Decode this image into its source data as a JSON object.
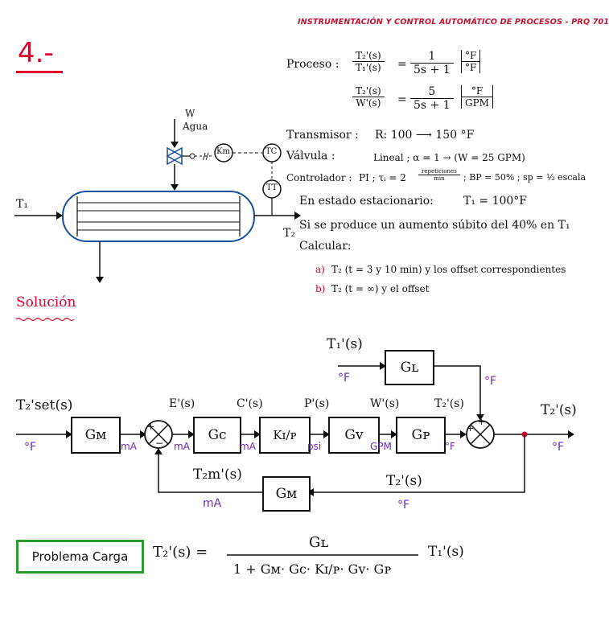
{
  "header": "INSTRUMENTACIÓN Y CONTROL AUTOMÁTICO DE PROCESOS - PRQ 701",
  "problem_number": "4.-",
  "process": {
    "label": "Proceso :",
    "tf1_num": "T₂'(s)",
    "tf1_den": "T₁'(s)",
    "tf1_eq": "=",
    "tf1_value_num": "1",
    "tf1_value_den": "5s + 1",
    "tf1_units_num": "°F",
    "tf1_units_den": "°F",
    "tf2_num": "T₂'(s)",
    "tf2_den": "W'(s)",
    "tf2_eq": "=",
    "tf2_value_num": "5",
    "tf2_value_den": "5s + 1",
    "tf2_units_num": "°F",
    "tf2_units_den": "GPM"
  },
  "specs": {
    "transmisor_label": "Transmisor :",
    "transmisor_value": "R: 100 ⟶ 150 °F",
    "valvula_label": "Válvula :",
    "valvula_value": "Lineal ; α = 1 → (W = 25 GPM)",
    "controlador_label": "Controlador :",
    "controlador_value": "PI ; τᵢ = 2",
    "controlador_frac_num": "repeticiones",
    "controlador_frac_den": "min",
    "controlador_rest": "; BP = 50% ; sp = ½ escala",
    "estado": "En estado estacionario:",
    "estado_value": "T₁ = 100°F",
    "aumento": "Si se produce un aumento súbito del 40% en T₁",
    "calcular": "Calcular:",
    "item_a_letter": "a)",
    "item_a": "T₂ (t = 3 y 10 min) y los offset correspondientes",
    "item_b_letter": "b)",
    "item_b": "T₂ (t = ∞) y el offset"
  },
  "process_diagram": {
    "w_label": "W",
    "agua_label": "Agua",
    "km_label": "Km",
    "tc_label": "TC",
    "tt_label": "TT",
    "t1_label": "T₁",
    "t2_label": "T₂"
  },
  "solution_label": "Solución",
  "block_diagram": {
    "input_label": "T₂'set(s)",
    "input_unit": "°F",
    "gm_label": "Gᴍ",
    "gm_feedback_label": "Gᴍ",
    "gc_label": "Gc",
    "kip_label": "Kɪ/ᴘ",
    "gv_label": "Gᴠ",
    "gp_label": "Gᴘ",
    "gl_label": "Gʟ",
    "e_label": "E'(s)",
    "c_label": "C'(s)",
    "p_label": "P'(s)",
    "w_label": "W'(s)",
    "t2p_label": "T₂'(s)",
    "t1_label": "T₁'(s)",
    "t1_unit": "°F",
    "gl_unit": "°F",
    "output_label": "T₂'(s)",
    "output_unit": "°F",
    "feedback_label": "T₂'(s)",
    "feedback_unit": "°F",
    "t2m_label": "T₂m'(s)",
    "t2m_unit": "mA",
    "unit_ma1": "mA",
    "unit_ma2": "mA",
    "unit_ma3": "mA",
    "unit_psi": "psi",
    "unit_gpm": "GPM",
    "unit_f": "°F",
    "sum1_plus": "+",
    "sum1_minus": "−",
    "sum2_plus1": "+",
    "sum2_plus2": "+"
  },
  "problema_carga": {
    "label": "Problema Carga",
    "lhs": "T₂'(s) =",
    "num": "Gʟ",
    "den": "1 + Gᴍ· Gc· Kɪ/ᴘ· Gᴠ· Gᴘ",
    "rhs": "T₁'(s)"
  },
  "colors": {
    "red": "#e4002b",
    "purple": "#6a2bbf",
    "green": "#2f9a2a",
    "tank_blue": "#1a4fa0"
  }
}
